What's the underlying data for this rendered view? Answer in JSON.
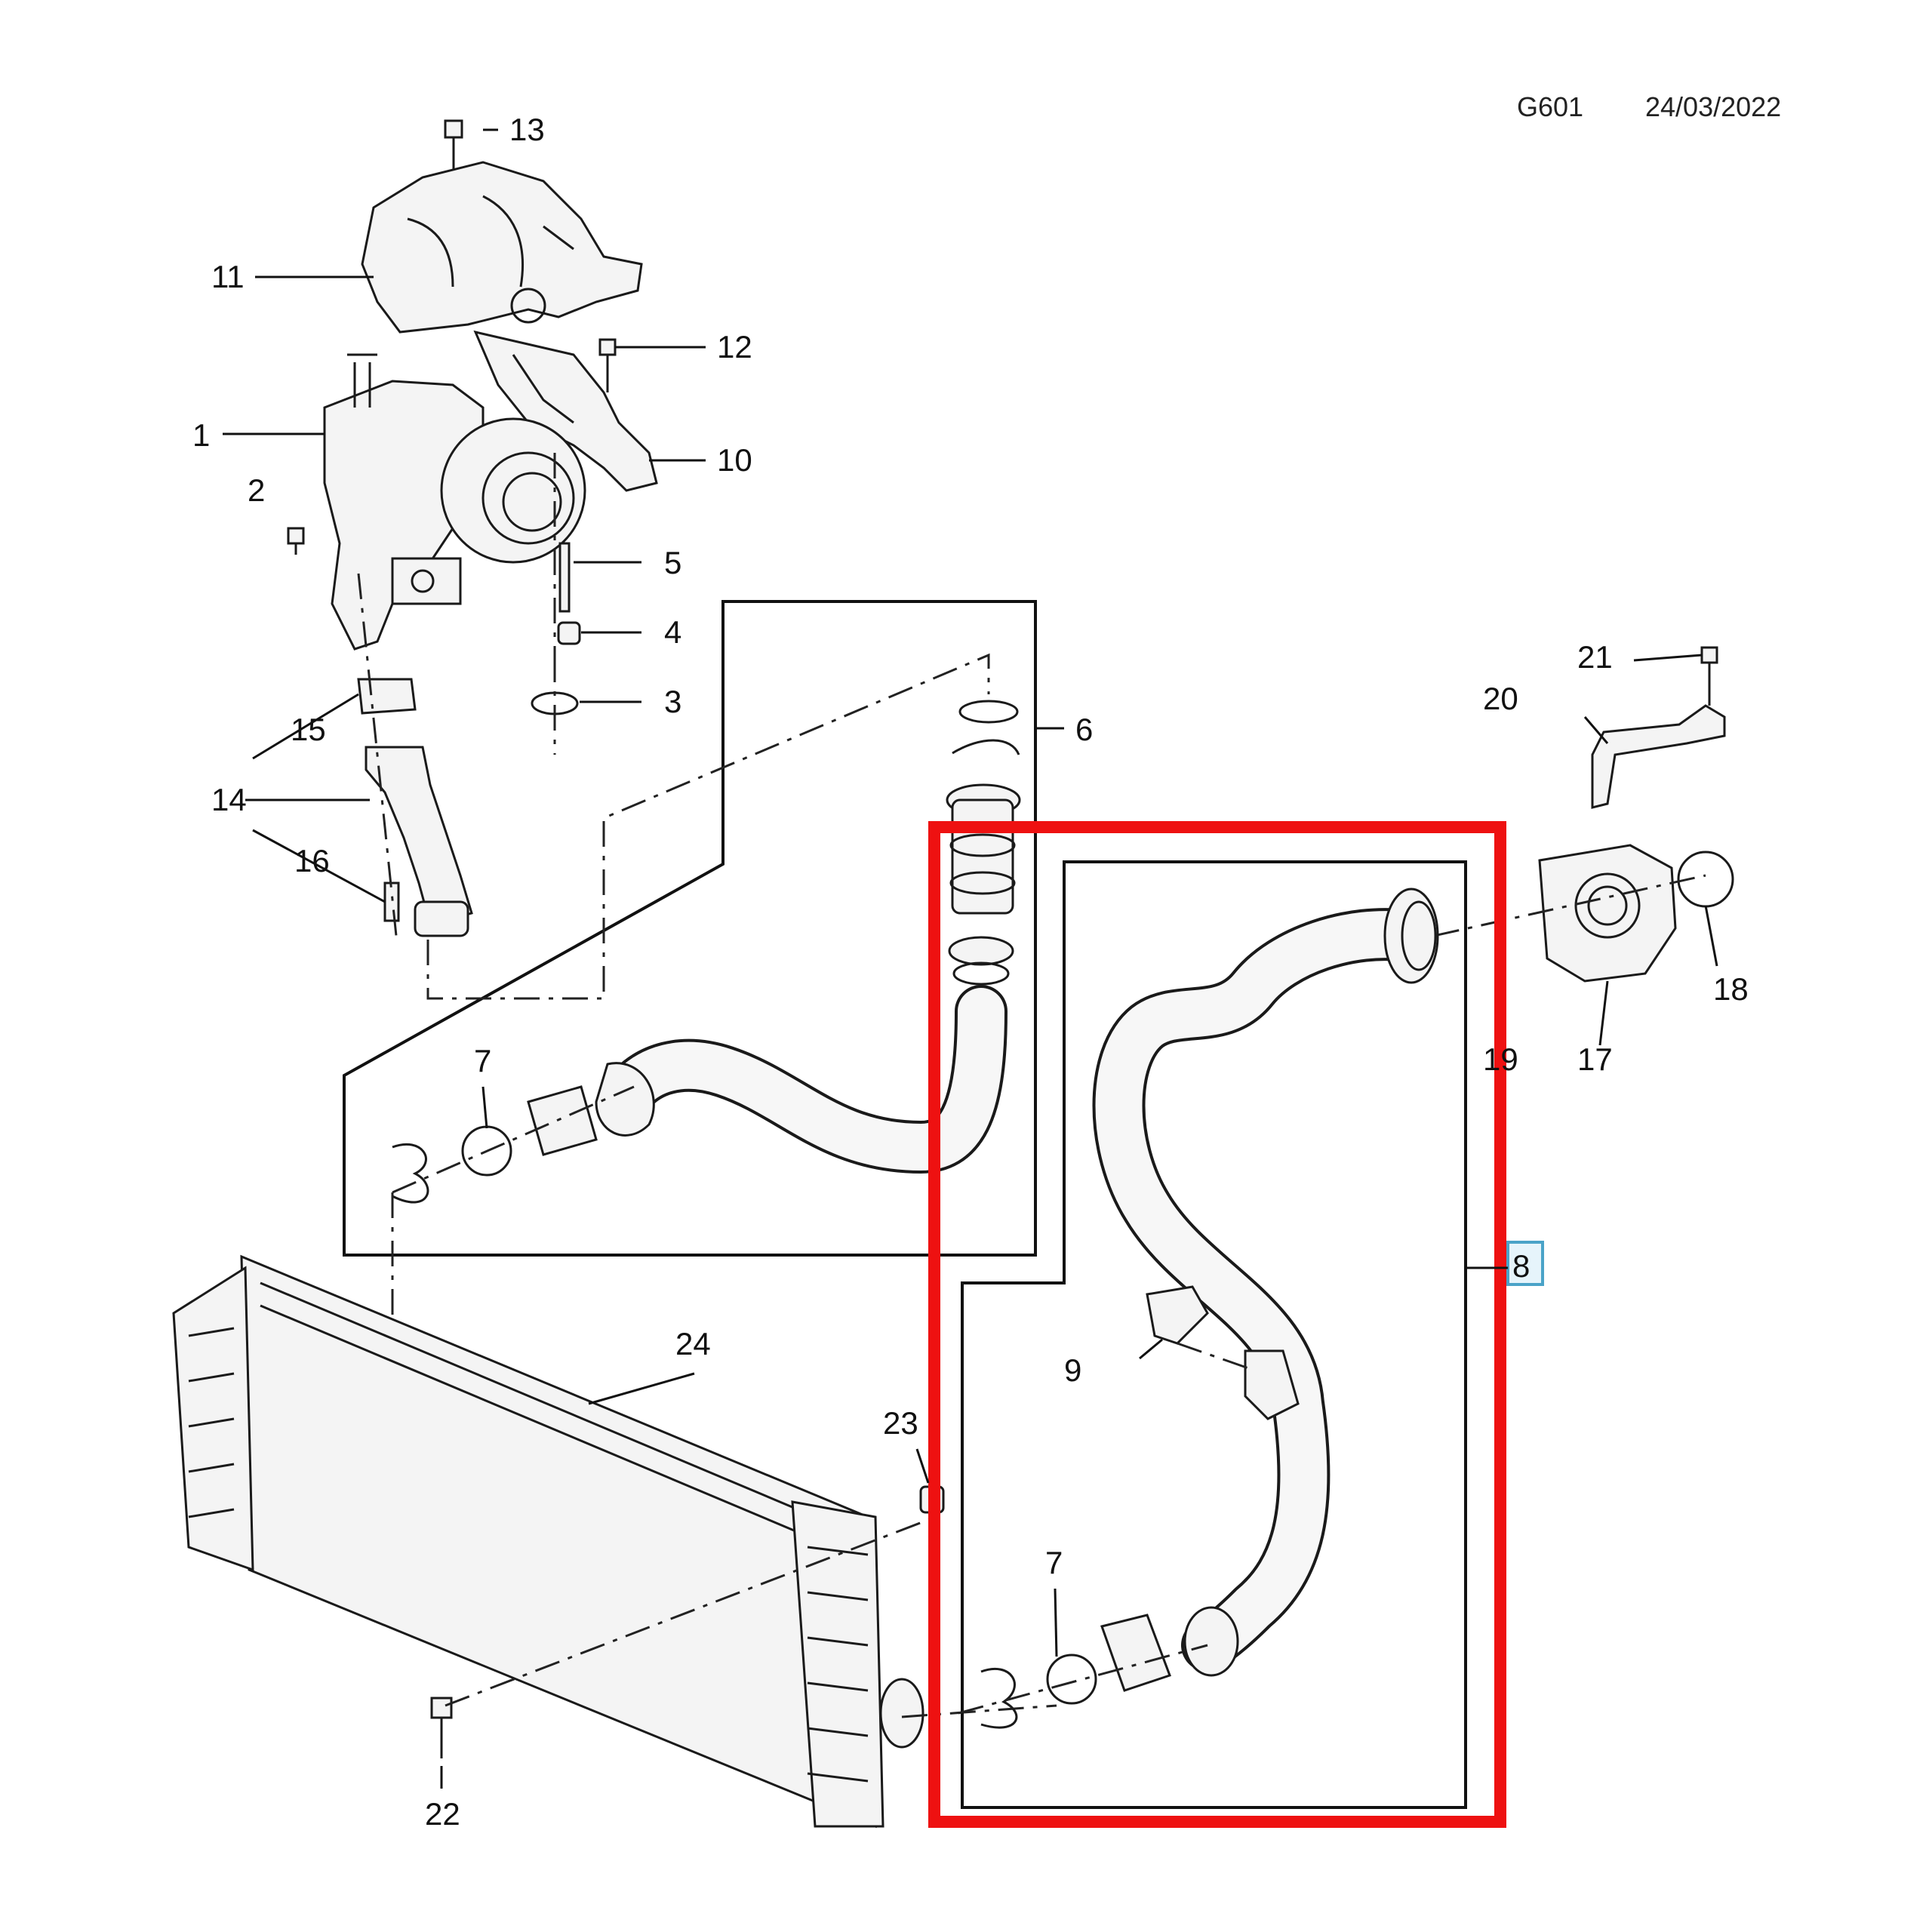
{
  "header": {
    "code": "G601",
    "date": "24/03/2022"
  },
  "labels": {
    "p1": "1",
    "p2": "2",
    "p3": "3",
    "p4": "4",
    "p5": "5",
    "p6": "6",
    "p7a": "7",
    "p7b": "7",
    "p8": "8",
    "p9": "9",
    "p10": "10",
    "p11": "11",
    "p12": "12",
    "p13": "13",
    "p14": "14",
    "p15": "15",
    "p16": "16",
    "p17": "17",
    "p18": "18",
    "p19": "19",
    "p20": "20",
    "p21": "21",
    "p22": "22",
    "p23": "23",
    "p24": "24"
  },
  "colors": {
    "highlight": "#ee1111",
    "label_box": "#4aa3c8",
    "line": "#1a1a1a"
  }
}
